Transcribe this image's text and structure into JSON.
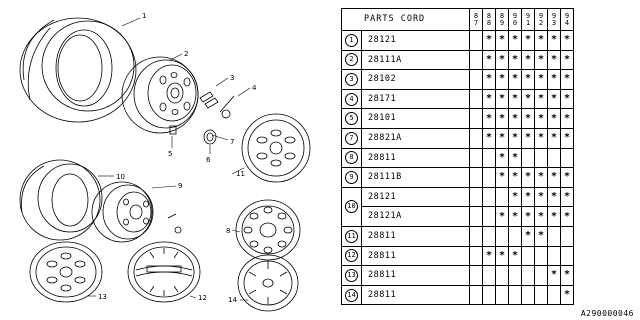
{
  "table": {
    "header_label": "PARTS CORD",
    "years": [
      "87",
      "88",
      "89",
      "90",
      "91",
      "92",
      "93",
      "94"
    ],
    "rows": [
      {
        "no": "1",
        "code": "28121",
        "marks": [
          0,
          1,
          1,
          1,
          1,
          1,
          1,
          1
        ]
      },
      {
        "no": "2",
        "code": "28111A",
        "marks": [
          0,
          1,
          1,
          1,
          1,
          1,
          1,
          1
        ]
      },
      {
        "no": "3",
        "code": "28102",
        "marks": [
          0,
          1,
          1,
          1,
          1,
          1,
          1,
          1
        ]
      },
      {
        "no": "4",
        "code": "28171",
        "marks": [
          0,
          1,
          1,
          1,
          1,
          1,
          1,
          1
        ]
      },
      {
        "no": "5",
        "code": "28101",
        "marks": [
          0,
          1,
          1,
          1,
          1,
          1,
          1,
          1
        ]
      },
      {
        "no": "7",
        "code": "28821A",
        "marks": [
          0,
          1,
          1,
          1,
          1,
          1,
          1,
          1
        ]
      },
      {
        "no": "8",
        "code": "28811",
        "marks": [
          0,
          0,
          1,
          1,
          0,
          0,
          0,
          0
        ]
      },
      {
        "no": "9",
        "code": "28111B",
        "marks": [
          0,
          0,
          1,
          1,
          1,
          1,
          1,
          1
        ]
      },
      {
        "no": "10",
        "code": "28121",
        "marks": [
          0,
          0,
          0,
          1,
          1,
          1,
          1,
          1
        ]
      },
      {
        "no": "",
        "code": "28121A",
        "marks": [
          0,
          0,
          1,
          1,
          1,
          1,
          1,
          1
        ]
      },
      {
        "no": "11",
        "code": "28811",
        "marks": [
          0,
          0,
          0,
          0,
          1,
          1,
          0,
          0
        ]
      },
      {
        "no": "12",
        "code": "28811",
        "marks": [
          0,
          1,
          1,
          1,
          0,
          0,
          0,
          0
        ]
      },
      {
        "no": "13",
        "code": "28811",
        "marks": [
          0,
          0,
          0,
          0,
          0,
          0,
          1,
          1
        ]
      },
      {
        "no": "14",
        "code": "28811",
        "marks": [
          0,
          0,
          0,
          0,
          0,
          0,
          0,
          1
        ]
      }
    ],
    "mark_symbol": "*"
  },
  "callouts": [
    "1",
    "2",
    "3",
    "4",
    "5",
    "6",
    "7",
    "8",
    "9",
    "10",
    "11",
    "12",
    "13",
    "14"
  ],
  "doc_id": "A290000046"
}
